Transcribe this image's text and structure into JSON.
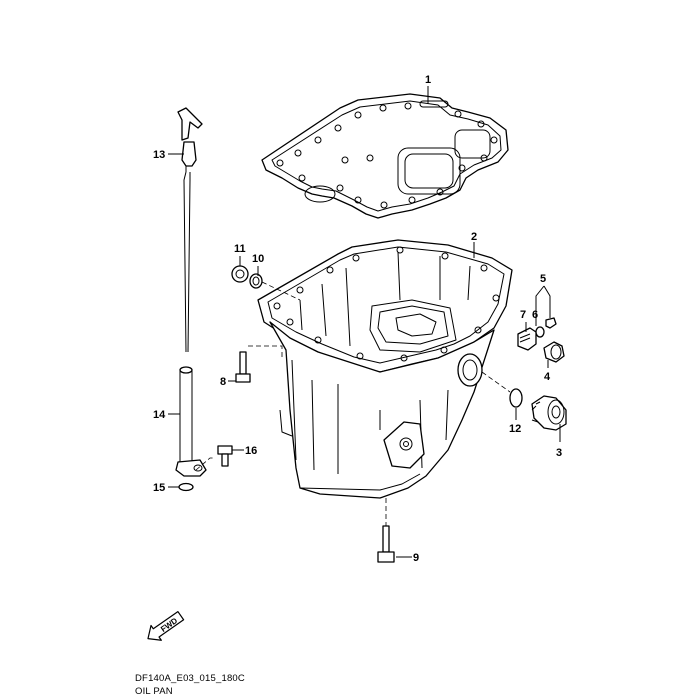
{
  "diagram": {
    "code": "DF140A_E03_015_180C",
    "title": "OIL PAN",
    "direction_marker": "FWD",
    "callouts": [
      {
        "id": "callout-1",
        "label": "1"
      },
      {
        "id": "callout-2",
        "label": "2"
      },
      {
        "id": "callout-3",
        "label": "3"
      },
      {
        "id": "callout-4",
        "label": "4"
      },
      {
        "id": "callout-5",
        "label": "5"
      },
      {
        "id": "callout-6",
        "label": "6"
      },
      {
        "id": "callout-7",
        "label": "7"
      },
      {
        "id": "callout-8",
        "label": "8"
      },
      {
        "id": "callout-9",
        "label": "9"
      },
      {
        "id": "callout-10",
        "label": "10"
      },
      {
        "id": "callout-11",
        "label": "11"
      },
      {
        "id": "callout-12",
        "label": "12"
      },
      {
        "id": "callout-13",
        "label": "13"
      },
      {
        "id": "callout-14",
        "label": "14"
      },
      {
        "id": "callout-15",
        "label": "15"
      },
      {
        "id": "callout-16",
        "label": "16"
      }
    ]
  }
}
